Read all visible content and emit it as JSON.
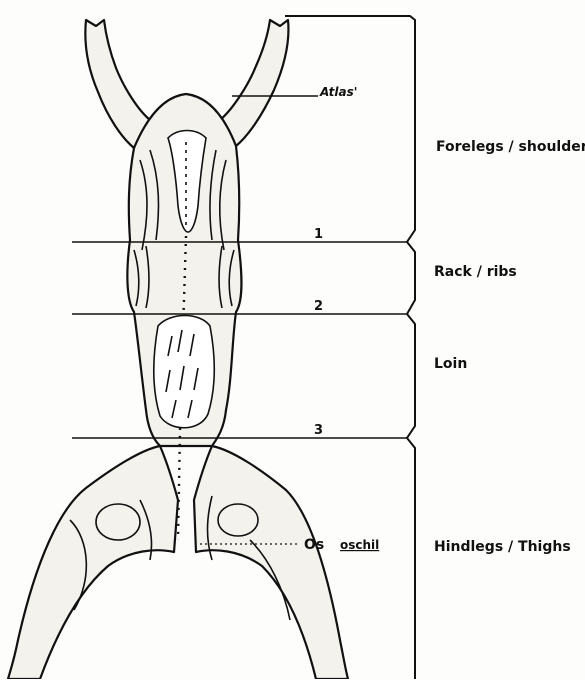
{
  "diagram": {
    "annotations": {
      "atlas": "Atlas'",
      "os": "Os",
      "oschil": "oschil"
    },
    "cut_lines": [
      "1",
      "2",
      "3"
    ],
    "regions": [
      {
        "id": "forelegs",
        "label": "Forelegs / shoulder"
      },
      {
        "id": "rack",
        "label": "Rack / ribs"
      },
      {
        "id": "loin",
        "label": "Loin"
      },
      {
        "id": "hindlegs",
        "label": "Hindlegs / Thighs"
      }
    ]
  },
  "colors": {
    "ink": "#111111",
    "paper": "#fdfdfb",
    "flesh": "#f4f2ec"
  }
}
